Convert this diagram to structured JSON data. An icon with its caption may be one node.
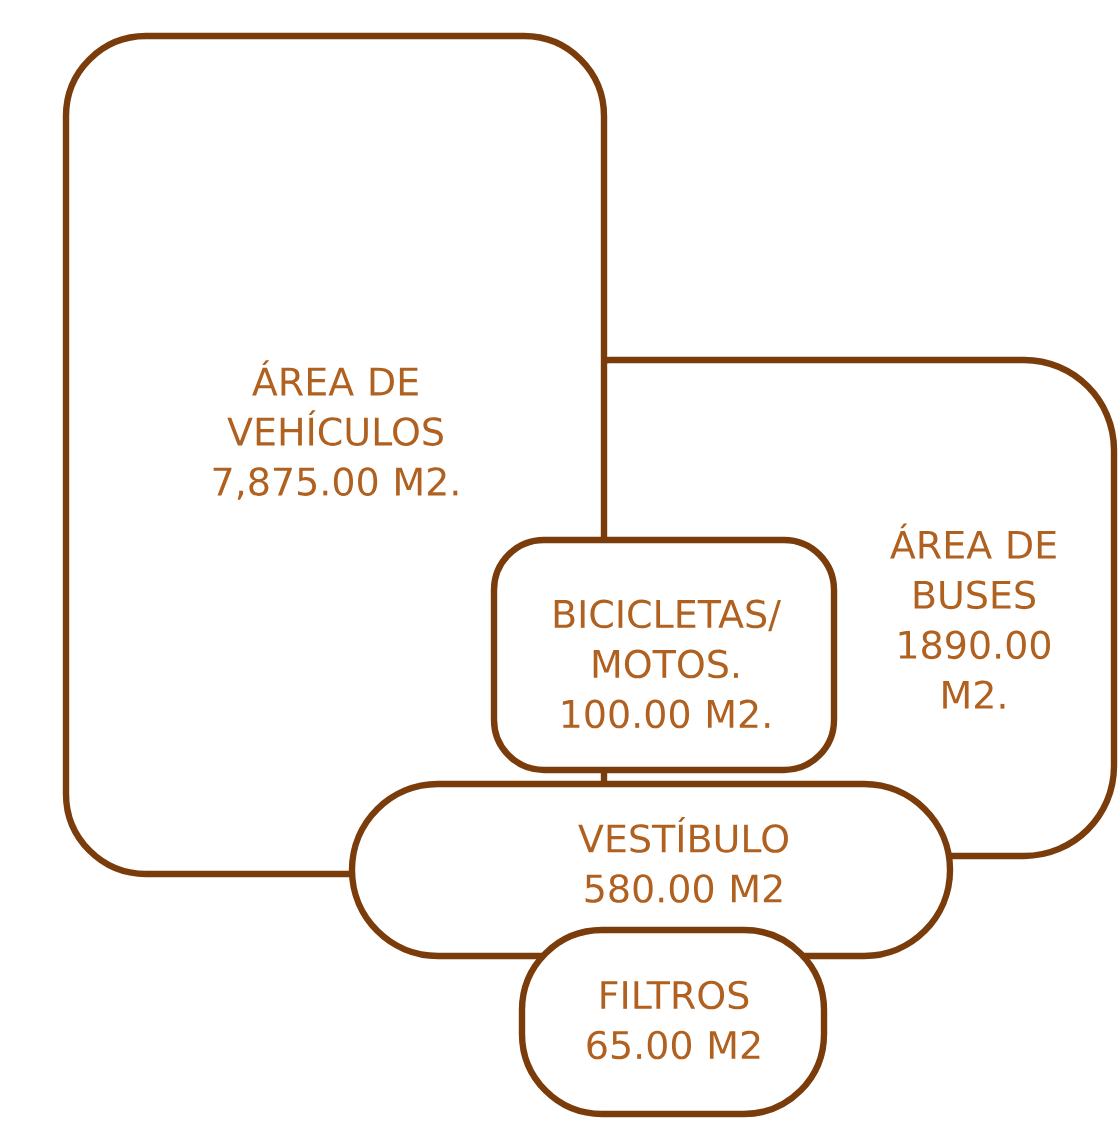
{
  "diagram": {
    "nodes": [
      {
        "text": [
          "ÁREA DE VEHÍCULOS 7,875.00 M2."
        ]
      },
      {
        "text": [
          "ÁREA DE BUSES 1890.00 M2."
        ]
      },
      {
        "text": [
          "BICICLETAS/ MOTOS. 100.00 M2."
        ]
      },
      {
        "text": [
          "VESTÍBULO 580.00 M2"
        ]
      },
      {
        "text": [
          "FILTROS 65.00 M2"
        ]
      }
    ]
  }
}
